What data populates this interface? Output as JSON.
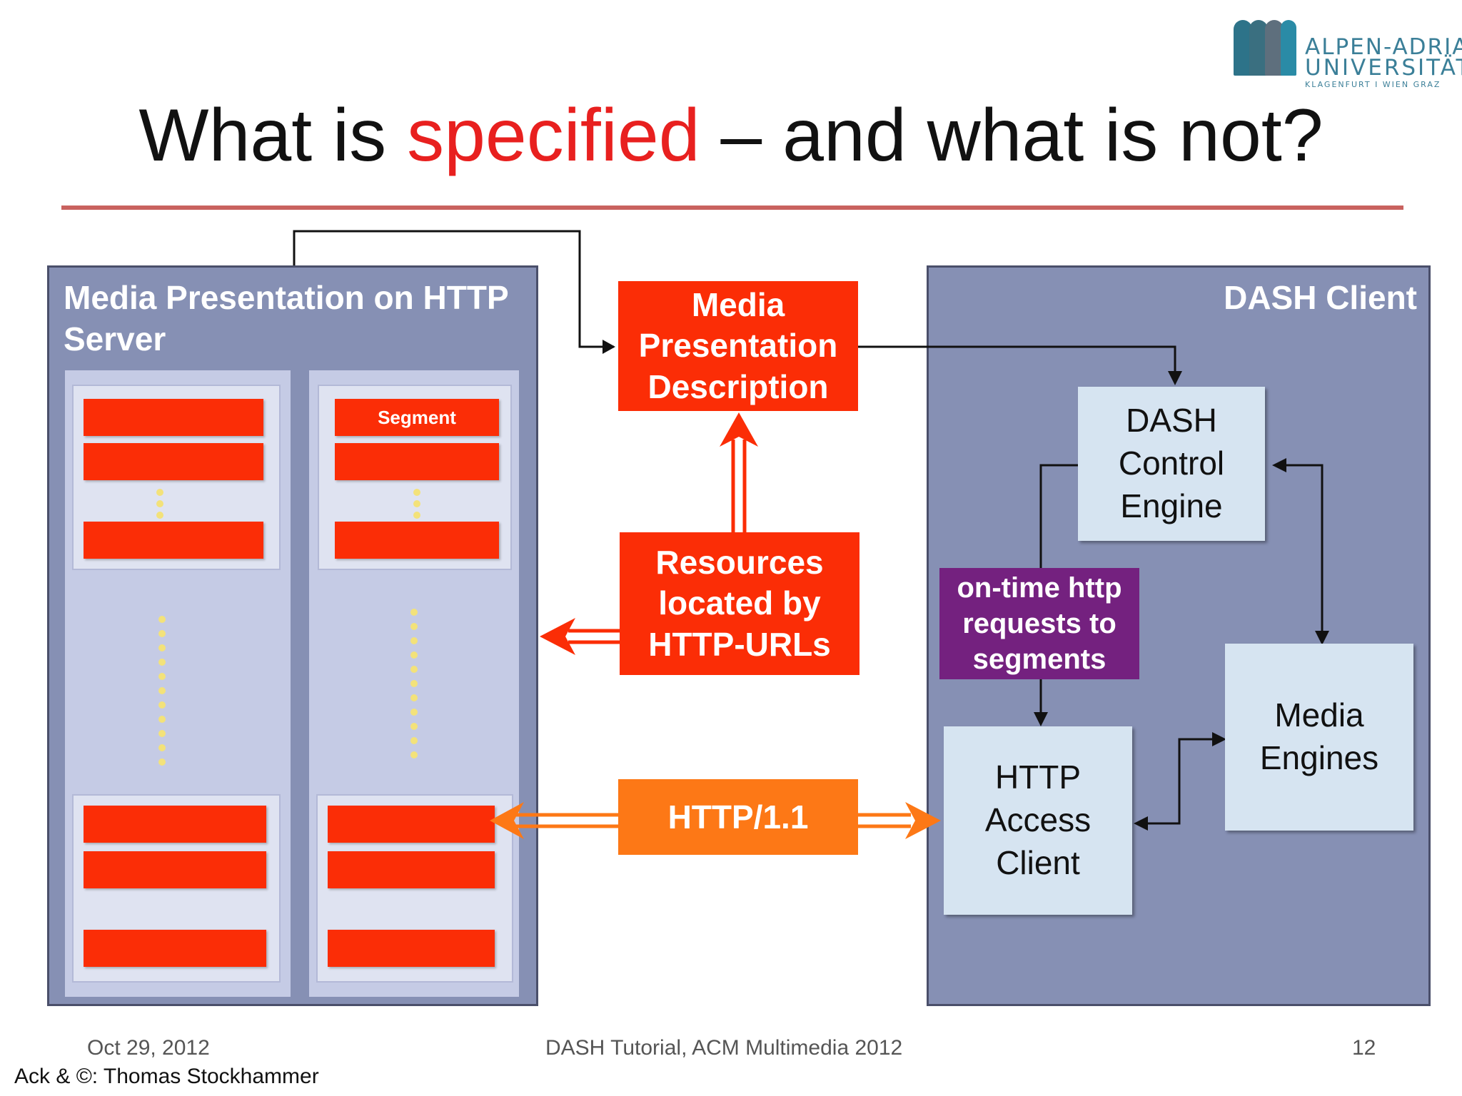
{
  "title": {
    "before": "What is ",
    "highlight": "specified",
    "after": " – and what is not?",
    "highlight_color": "#e8201f"
  },
  "logo": {
    "line1": "ALPEN-ADRIA",
    "line2": "UNIVERSITÄT",
    "line3": "KLAGENFURT I WIEN GRAZ",
    "colors": [
      "#2d7389",
      "#3a6f80",
      "#5e6f7d",
      "#2a8ba6"
    ]
  },
  "server": {
    "title": "Media Presentation on HTTP Server",
    "segment_label": "Segment"
  },
  "mpd": {
    "label": "Media Presentation Description"
  },
  "resources": {
    "label": "Resources located by HTTP-URLs"
  },
  "http": {
    "label": "HTTP/1.1"
  },
  "client": {
    "title": "DASH Client",
    "control_engine": "DASH Control Engine",
    "requests": "on-time http requests to segments",
    "access_client": "HTTP Access Client",
    "media_engines": "Media Engines"
  },
  "footer": {
    "date": "Oct 29, 2012",
    "event": "DASH Tutorial, ACM Multimedia 2012",
    "page": "12",
    "ack": "Ack & ©: Thomas Stockhammer"
  },
  "colors": {
    "segment_red": "#fb2d06",
    "http_orange": "#fd7816",
    "panel": "#8690b4",
    "client_box": "#d6e4f1",
    "requests_purple": "#74217f"
  }
}
